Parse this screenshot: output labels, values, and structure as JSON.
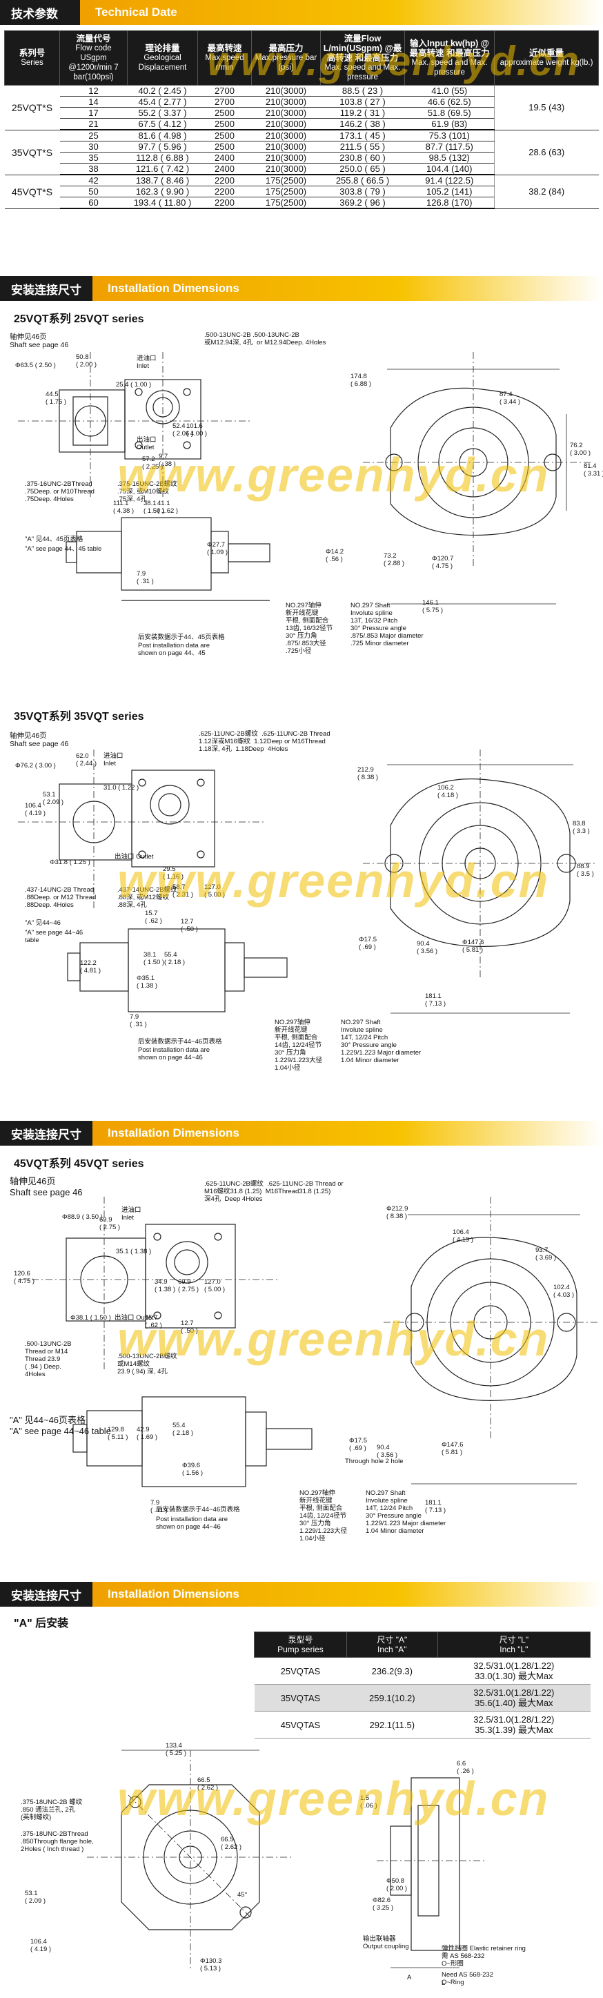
{
  "sections": {
    "technical": {
      "cn": "技术参数",
      "en": "Technical Date"
    },
    "install1": {
      "cn": "安装连接尺寸",
      "en": "Installation Dimensions"
    },
    "install2": {
      "cn": "安装连接尺寸",
      "en": "Installation Dimensions"
    },
    "install3": {
      "cn": "安装连接尺寸",
      "en": "Installation Dimensions"
    }
  },
  "spec_table": {
    "headers": [
      {
        "cn": "系列号",
        "en": "Series"
      },
      {
        "cn": "流量代号",
        "en": "Flow code USgpm @1200r/min 7 bar(100psi)"
      },
      {
        "cn": "理论排量",
        "en": "Geological Displacement"
      },
      {
        "cn": "最高转速",
        "en": "Max.speed r/min"
      },
      {
        "cn": "最高压力",
        "en": "Max.pressure bar (psi)"
      },
      {
        "cn": "流量Flow L/min(USgpm) @最高转速 和最高压力",
        "en": "Max. speed and Max. pressure"
      },
      {
        "cn": "输入Input kw(hp) @最高转速 和最高压力",
        "en": "Max. speed and Max. pressure"
      },
      {
        "cn": "近似重量",
        "en": "approximate weight kg(lb.)"
      }
    ],
    "groups": [
      {
        "series": "25VQT*S",
        "weight": "19.5 (43)",
        "rows": [
          [
            "12",
            "40.2 ( 2.45 )",
            "2700",
            "210(3000)",
            "88.5 ( 23 )",
            "41.0 (55)"
          ],
          [
            "14",
            "45.4 ( 2.77 )",
            "2700",
            "210(3000)",
            "103.8 ( 27 )",
            "46.6 (62.5)"
          ],
          [
            "17",
            "55.2 ( 3.37 )",
            "2500",
            "210(3000)",
            "119.2 ( 31 )",
            "51.8 (69.5)"
          ],
          [
            "21",
            "67.5 ( 4.12 )",
            "2500",
            "210(3000)",
            "146.2 ( 38 )",
            "61.9 (83)"
          ]
        ]
      },
      {
        "series": "35VQT*S",
        "weight": "28.6 (63)",
        "rows": [
          [
            "25",
            "81.6 ( 4.98 )",
            "2500",
            "210(3000)",
            "173.1 ( 45 )",
            "75.3 (101)"
          ],
          [
            "30",
            "97.7 ( 5.96 )",
            "2500",
            "210(3000)",
            "211.5 ( 55 )",
            "87.7 (117.5)"
          ],
          [
            "35",
            "112.8 ( 6.88 )",
            "2400",
            "210(3000)",
            "230.8 ( 60 )",
            "98.5 (132)"
          ],
          [
            "38",
            "121.6 ( 7.42 )",
            "2400",
            "210(3000)",
            "250.0 ( 65 )",
            "104.4 (140)"
          ]
        ]
      },
      {
        "series": "45VQT*S",
        "weight": "38.2 (84)",
        "rows": [
          [
            "42",
            "138.7 ( 8.46 )",
            "2200",
            "175(2500)",
            "255.8 ( 66.5 )",
            "91.4 (122.5)"
          ],
          [
            "50",
            "162.3 ( 9.90 )",
            "2200",
            "175(2500)",
            "303.8 ( 79 )",
            "105.2 (141)"
          ],
          [
            "60",
            "193.4 ( 11.80 )",
            "2200",
            "175(2500)",
            "369.2 ( 96 )",
            "126.8 (170)"
          ]
        ]
      }
    ]
  },
  "drawings": {
    "d25": {
      "title": "25VQT系列    25VQT series",
      "shaft_cn": "轴伸见46页",
      "shaft_en": "Shaft see page 46",
      "thread_top": ".500-13UNC-2B .500-13UNC-2B\n或M12.94深, 4孔  or M12.94Deep. 4Holes",
      "inlet": "进油口\nInlet",
      "outlet": "出油口\nOutlet",
      "thread_side": ".375-16UNC-2BThread\n.75Deep. or M10Thread\n.75Deep. 4Holes",
      "thread_side_cn": ".375-16UNC-2B螺纹\n.75深, 或M10螺纹\n.75深, 4孔",
      "a_ref_cn": "\"A\" 见44、45页表格",
      "a_ref_en": "\"A\" see page 44、45 table",
      "post_cn": "后安装数据示于44、45页表格",
      "post_en": "Post installation data are\nshown on page 44、45",
      "shaft_spec_cn": "NO.297轴伸\n新开线花键\n平根, 侧面配合\n13齿, 16/32径节\n30° 压力角\n.875/.853大径\n.725小径",
      "shaft_spec_en": "NO.297 Shaft\nInvolute spline\n13T, 16/32 Pitch\n30° Pressure angle\n.875/.853 Major diameter\n.725 Minor diameter",
      "dims": [
        "Φ63.5 ( 2.50 )",
        "50.8\n( 2.00 )",
        "25.4 ( 1.00 )",
        "44.5\n( 1.75 )",
        "52.4\n( 2.06 )",
        "101.6\n( 4.00 )",
        "57.2\n( 2.25 )",
        "9.7\n( .38 )",
        "111.1\n( 4.38 )",
        "38.1\n( 1.50 )",
        "41.1\n( 1.62 )",
        "Φ27.7\n( 1.09 )",
        "7.9\n( .31 )",
        "174.8\n( 6.88 )",
        "87.4\n( 3.44 )",
        "76.2\n( 3.00 )",
        "81.4\n( 3.31 )",
        "Φ14.2\n( .56 )",
        "73.2\n( 2.88 )",
        "Φ120.7\n( 4.75 )",
        "146.1\n( 5.75 )"
      ]
    },
    "d35": {
      "title": "35VQT系列    35VQT series",
      "shaft_cn": "轴伸见46页",
      "shaft_en": "Shaft see page 46",
      "thread_top": ".625-11UNC-2B螺纹  .625-11UNC-2B Thread\n1.12深或M16螺纹  1.12Deep or M16Thread\n1.18深, 4孔  1.18Deep  4Holes",
      "inlet": "进油口\nInlet",
      "outlet": "出油口 Outlet",
      "thread_side": ".437-14UNC-2B Thread\n.88Deep. or M12 Thread\n.88Deep. 4Holes",
      "thread_side_cn": ".437-14UNC-2B螺纹\n.88深, 或M12螺纹\n.88深, 4孔",
      "a_ref_cn": "\"A\" 见44~46",
      "a_ref_en": "\"A\" see page 44~46\ntable",
      "post_cn": "后安装数据示于44~46页表格",
      "post_en": "Post installation data are\nshown on page 44~46",
      "shaft_spec_cn": "NO.297轴伸\n新开线花键\n平根, 侧面配合\n14齿, 12/24径节\n30° 压力角\n1.229/1.223大径\n1.04小径",
      "shaft_spec_en": "NO.297 Shaft\nInvolute spline\n14T, 12/24 Pitch\n30° Pressure angle\n1.229/1.223 Major diameter\n1.04 Minor diameter",
      "dims": [
        "Φ76.2 ( 3.00 )",
        "62.0\n( 2.44 )",
        "31.0 ( 1.22 )",
        "106.4\n( 4.19 )",
        "53.1\n( 2.09 )",
        "Φ31.8 ( 1.25 )",
        "29.5\n( 1.16 )",
        "58.7\n( 2.31 )",
        "127.0\n( 5.00 )",
        "15.7\n( .62 )",
        "12.7\n( .50 )",
        "122.2\n( 4.81 )",
        "38.1\n( 1.50 )",
        "55.4\n( 2.18 )",
        "Φ35.1\n( 1.38 )",
        "7.9\n( .31 )",
        "212.9\n( 8.38 )",
        "106.2\n( 4.18 )",
        "83.8\n( 3.3 )",
        "88.9\n( 3.5 )",
        "Φ17.5\n( .69 )",
        "90.4\n( 3.56 )",
        "Φ147.6\n( 5.81 )",
        "181.1\n( 7.13 )"
      ]
    },
    "d45": {
      "title": "45VQT系列    45VQT series",
      "shaft_cn": "轴伸见46页",
      "shaft_en": "Shaft see page 46",
      "thread_top": ".625-11UNC-2B螺纹  .625-11UNC-2B Thread or\nM16螺纹31.8 (1.25)  M16Thread31.8 (1.25)\n深4孔  Deep 4Holes",
      "inlet": "进油口\nInlet",
      "outlet": "出油口 Outlet",
      "thread_side": ".500-13UNC-2B\nThread or M14\nThread 23.9\n( .94 ) Deep.\n4Holes",
      "thread_side_cn": ".500-13UNC-2B螺纹\n或M14螺纹\n23.9 (.94) 深, 4孔",
      "a_ref_cn": "\"A\" 见44~46页表格",
      "a_ref_en": "\"A\" see page 44~46 table",
      "post_cn": "后安装数据示于44~46页表格",
      "post_en": "Post installation data are\nshown on page 44~46",
      "shaft_spec_cn": "NO.297轴伸\n新开线花键\n平根, 侧面配合\n14齿, 12/24径节\n30° 压力角\n1.229/1.223大径\n1.04小径",
      "shaft_spec_en": "NO.297 Shaft\nInvolute spline\n14T, 12/24 Pitch\n30° Pressure angle\n1.229/1.223 Major diameter\n1.04 Minor diameter",
      "through_hole": "Through hole 2 hole",
      "dims": [
        "Φ88.9 ( 3.50 )",
        "69.9\n( 2.75 )",
        "35.1 ( 1.38 )",
        "120.6\n( 4.75 )",
        "Φ38.1 ( 1.50 )",
        "34.9\n( 1.38 )",
        "69.9\n( 2.75 )",
        "127.0\n( 5.00 )",
        "15.7\n( .62 )",
        "12.7\n( .50 )",
        "129.8\n( 5.11 )",
        "42.9\n( 1.69 )",
        "55.4\n( 2.18 )",
        "Φ39.6\n( 1.56 )",
        "7.9\n( .31 )",
        "Φ212.9\n( 8.38 )",
        "106.4\n( 4.19 )",
        "93.7\n( 3.69 )",
        "102.4\n( 4.03 )",
        "Φ17.5\n( .69 )",
        "90.4\n( 3.56 )",
        "Φ147.6\n( 5.81 )",
        "181.1\n( 7.13 )"
      ]
    },
    "drear": {
      "title": "\"A\" 后安装",
      "thread_cn": ".375-18UNC-2B 螺纹\n.850 通法兰孔, 2孔\n(英制螺纹)",
      "thread_en": ".375-18UNC-2BThread\n.850Through flange hole,\n2Holes ( Inch thread )",
      "coupling": "输出联轴器\nOutput coupling",
      "ring_cn": "弹性挡圈 Elastic retainer ring\n需 AS 568-232\nO~形圈",
      "ring_en": "Need AS 568-232\nO~Ring",
      "dims": [
        "133.4\n( 5.25 )",
        "66.5\n( 2.62 )",
        "66.5\n( 2.62 )",
        "53.1\n( 2.09 )",
        "106.4\n( 4.19 )",
        "45°",
        "Φ130.3\n( 5.13 )",
        "6.6\n( .26 )",
        "1.5\n( .06 )",
        "Φ50.8\n( 2.00 )",
        "Φ82.6\n( 3.25 )",
        "L",
        "A"
      ]
    }
  },
  "a_table": {
    "headers": [
      {
        "cn": "泵型号",
        "en": "Pump series"
      },
      {
        "cn": "尺寸 \"A\"",
        "en": "Inch \"A\""
      },
      {
        "cn": "尺寸 \"L\"",
        "en": "Inch \"L\""
      }
    ],
    "rows": [
      [
        "25VQTAS",
        "236.2(9.3)",
        "32.5/31.0(1.28/1.22)\n33.0(1.30) 最大Max"
      ],
      [
        "35VQTAS",
        "259.1(10.2)",
        "32.5/31.0(1.28/1.22)\n35.6(1.40) 最大Max"
      ],
      [
        "45VQTAS",
        "292.1(11.5)",
        "32.5/31.0(1.28/1.22)\n35.3(1.39) 最大Max"
      ]
    ]
  },
  "watermark": "www.greenhyd.cn"
}
